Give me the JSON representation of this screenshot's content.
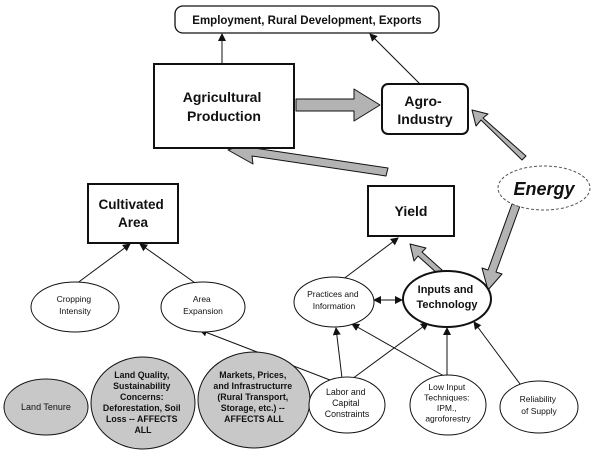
{
  "nodes": {
    "top": [
      "Employment, Rural Development, Exports"
    ],
    "agricultural_production": [
      "Agricultural",
      "Production"
    ],
    "agro_industry": [
      "Agro-",
      "Industry"
    ],
    "energy": [
      "Energy"
    ],
    "cultivated_area": [
      "Cultivated",
      "Area"
    ],
    "yield": [
      "Yield"
    ],
    "cropping_intensity": [
      "Cropping",
      "Intensity"
    ],
    "area_expansion": [
      "Area",
      "Expansion"
    ],
    "practices_information": [
      "Practices and",
      "Information"
    ],
    "inputs_technology": [
      "Inputs and",
      "Technology"
    ],
    "land_tenure": [
      "Land Tenure"
    ],
    "land_quality": [
      "Land Quality,",
      "Sustainability",
      "Concerns:",
      "Deforestation, Soil",
      "Loss -- AFFECTS",
      "ALL"
    ],
    "markets_prices": [
      "Markets, Prices,",
      "and Infrastructurre",
      "(Rural Transport,",
      "Storage, etc.) --",
      "AFFECTS ALL"
    ],
    "labor_capital": [
      "Labor and",
      "Capital",
      "Constraints"
    ],
    "low_input": [
      "Low Input",
      "Techniques:",
      "IPM.,",
      "agroforestry"
    ],
    "reliability_supply": [
      "Reliability",
      "of Supply"
    ]
  },
  "colors": {
    "line": "#111111",
    "fat_arrow": "#b3b3b3",
    "shaded_ellipse": "#c8c8c8",
    "background": "#ffffff"
  }
}
